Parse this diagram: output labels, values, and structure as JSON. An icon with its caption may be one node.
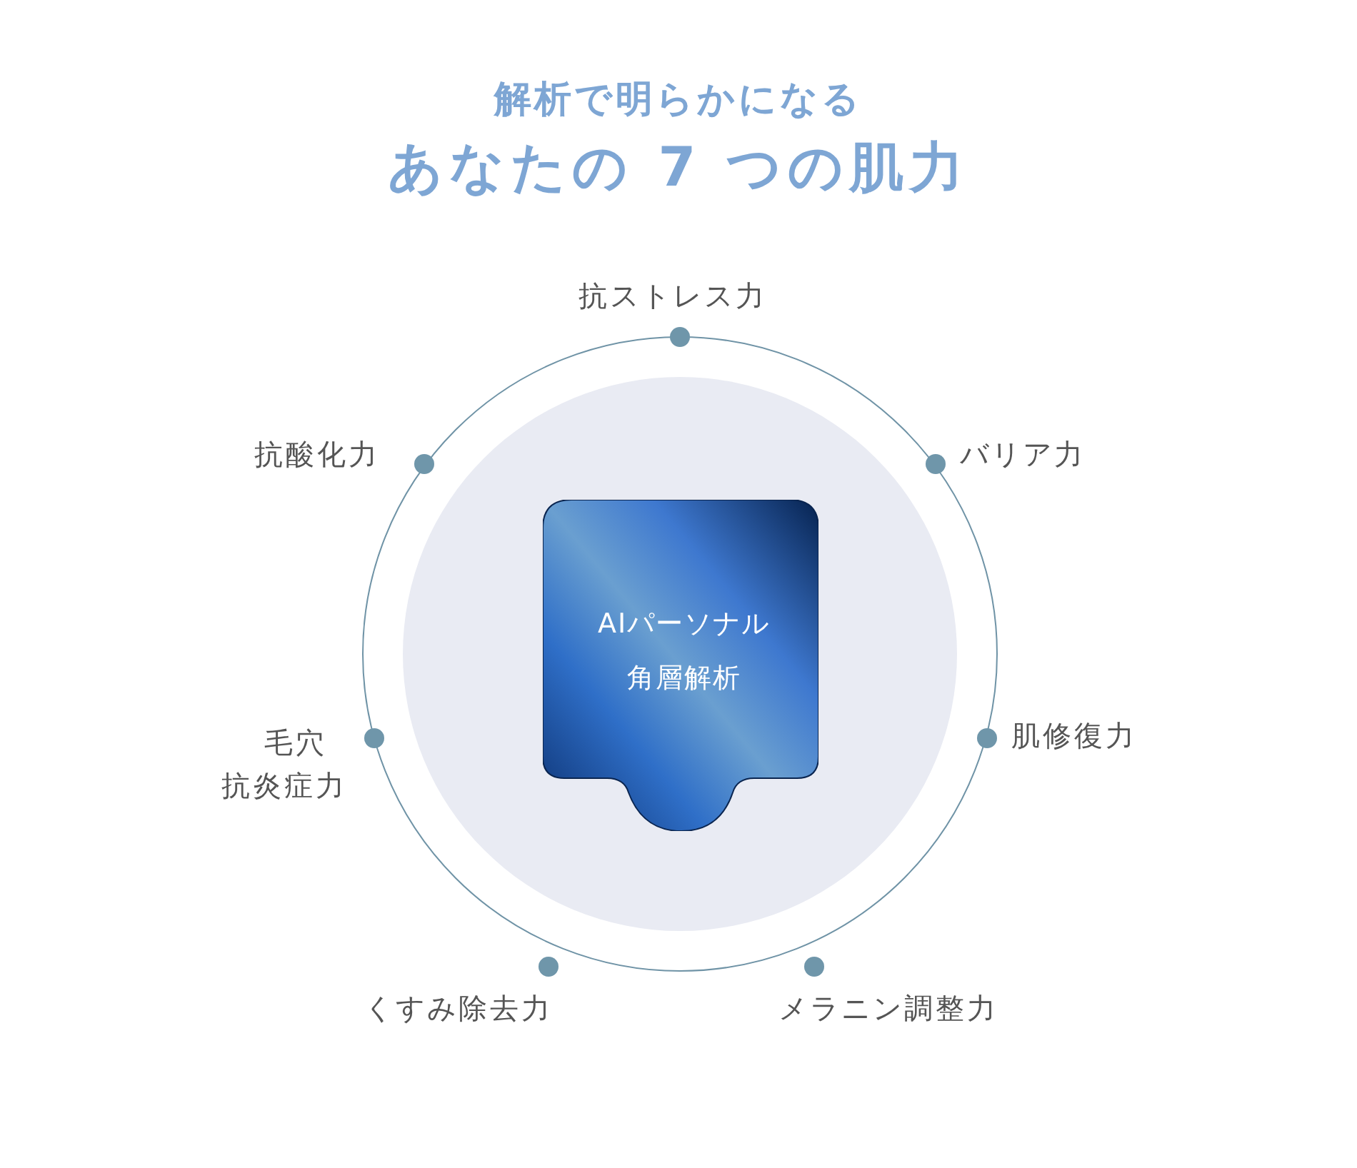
{
  "diagram": {
    "title": "あなたの 7 つの肌力",
    "nodes": [
      {
        "text": [
          "AIパーソナル角層解析"
        ]
      },
      {
        "text": [
          "抗ストレス力"
        ]
      },
      {
        "text": [
          "バリア力"
        ]
      },
      {
        "text": [
          "肌修復力"
        ]
      },
      {
        "text": [
          "メラニン調整力"
        ]
      },
      {
        "text": [
          "くすみ除去力"
        ]
      },
      {
        "text": [
          "毛穴抗炎症力"
        ]
      },
      {
        "text": [
          "抗酸化力"
        ]
      }
    ],
    "edges": [],
    "labels": [
      "解析で明らかになる"
    ]
  }
}
